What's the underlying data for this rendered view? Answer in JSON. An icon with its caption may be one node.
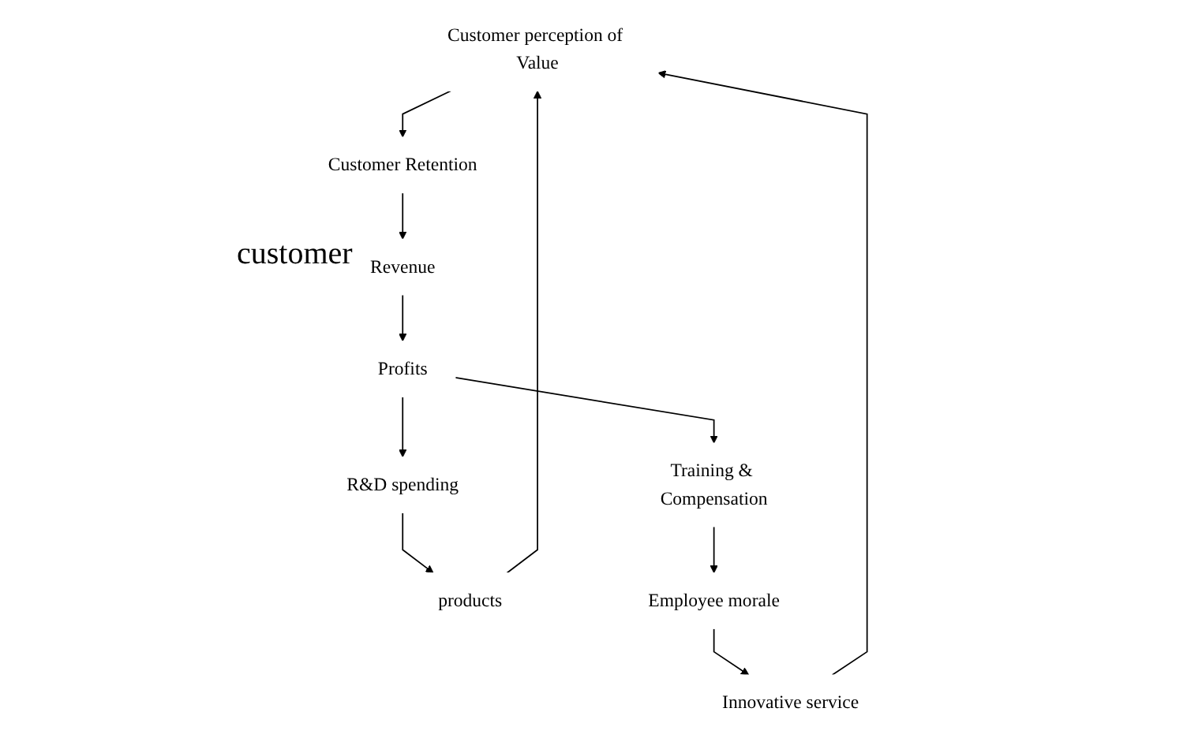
{
  "diagram": {
    "nodes": [
      {
        "text": [
          "Customer perception of Value"
        ]
      },
      {
        "text": [
          "Customer Retention"
        ]
      },
      {
        "text": [
          "Innovative service"
        ]
      },
      {
        "text": [
          "products"
        ]
      },
      {
        "text": [
          "Employee morale"
        ]
      },
      {
        "text": [
          "Revenue"
        ]
      },
      {
        "text": [
          "Training & Compensation"
        ]
      },
      {
        "text": [
          "R&D spending"
        ]
      },
      {
        "text": [
          "Profits"
        ]
      }
    ],
    "edges": [
      {
        "from": 0,
        "to": 1,
        "arrow": "to"
      },
      {
        "from": 1,
        "to": 5,
        "arrow": "to"
      },
      {
        "from": 5,
        "to": 8,
        "arrow": "to"
      },
      {
        "from": 8,
        "to": 6,
        "arrow": "to"
      },
      {
        "from": 8,
        "to": 7,
        "arrow": "to"
      },
      {
        "from": 6,
        "to": 4,
        "arrow": "to"
      },
      {
        "from": 4,
        "to": 2,
        "arrow": "to"
      },
      {
        "from": 2,
        "to": 0,
        "arrow": "to"
      },
      {
        "from": 7,
        "to": 3,
        "arrow": "to"
      },
      {
        "from": 3,
        "to": 0,
        "arrow": "to"
      }
    ],
    "labels": [
      "customer"
    ]
  }
}
